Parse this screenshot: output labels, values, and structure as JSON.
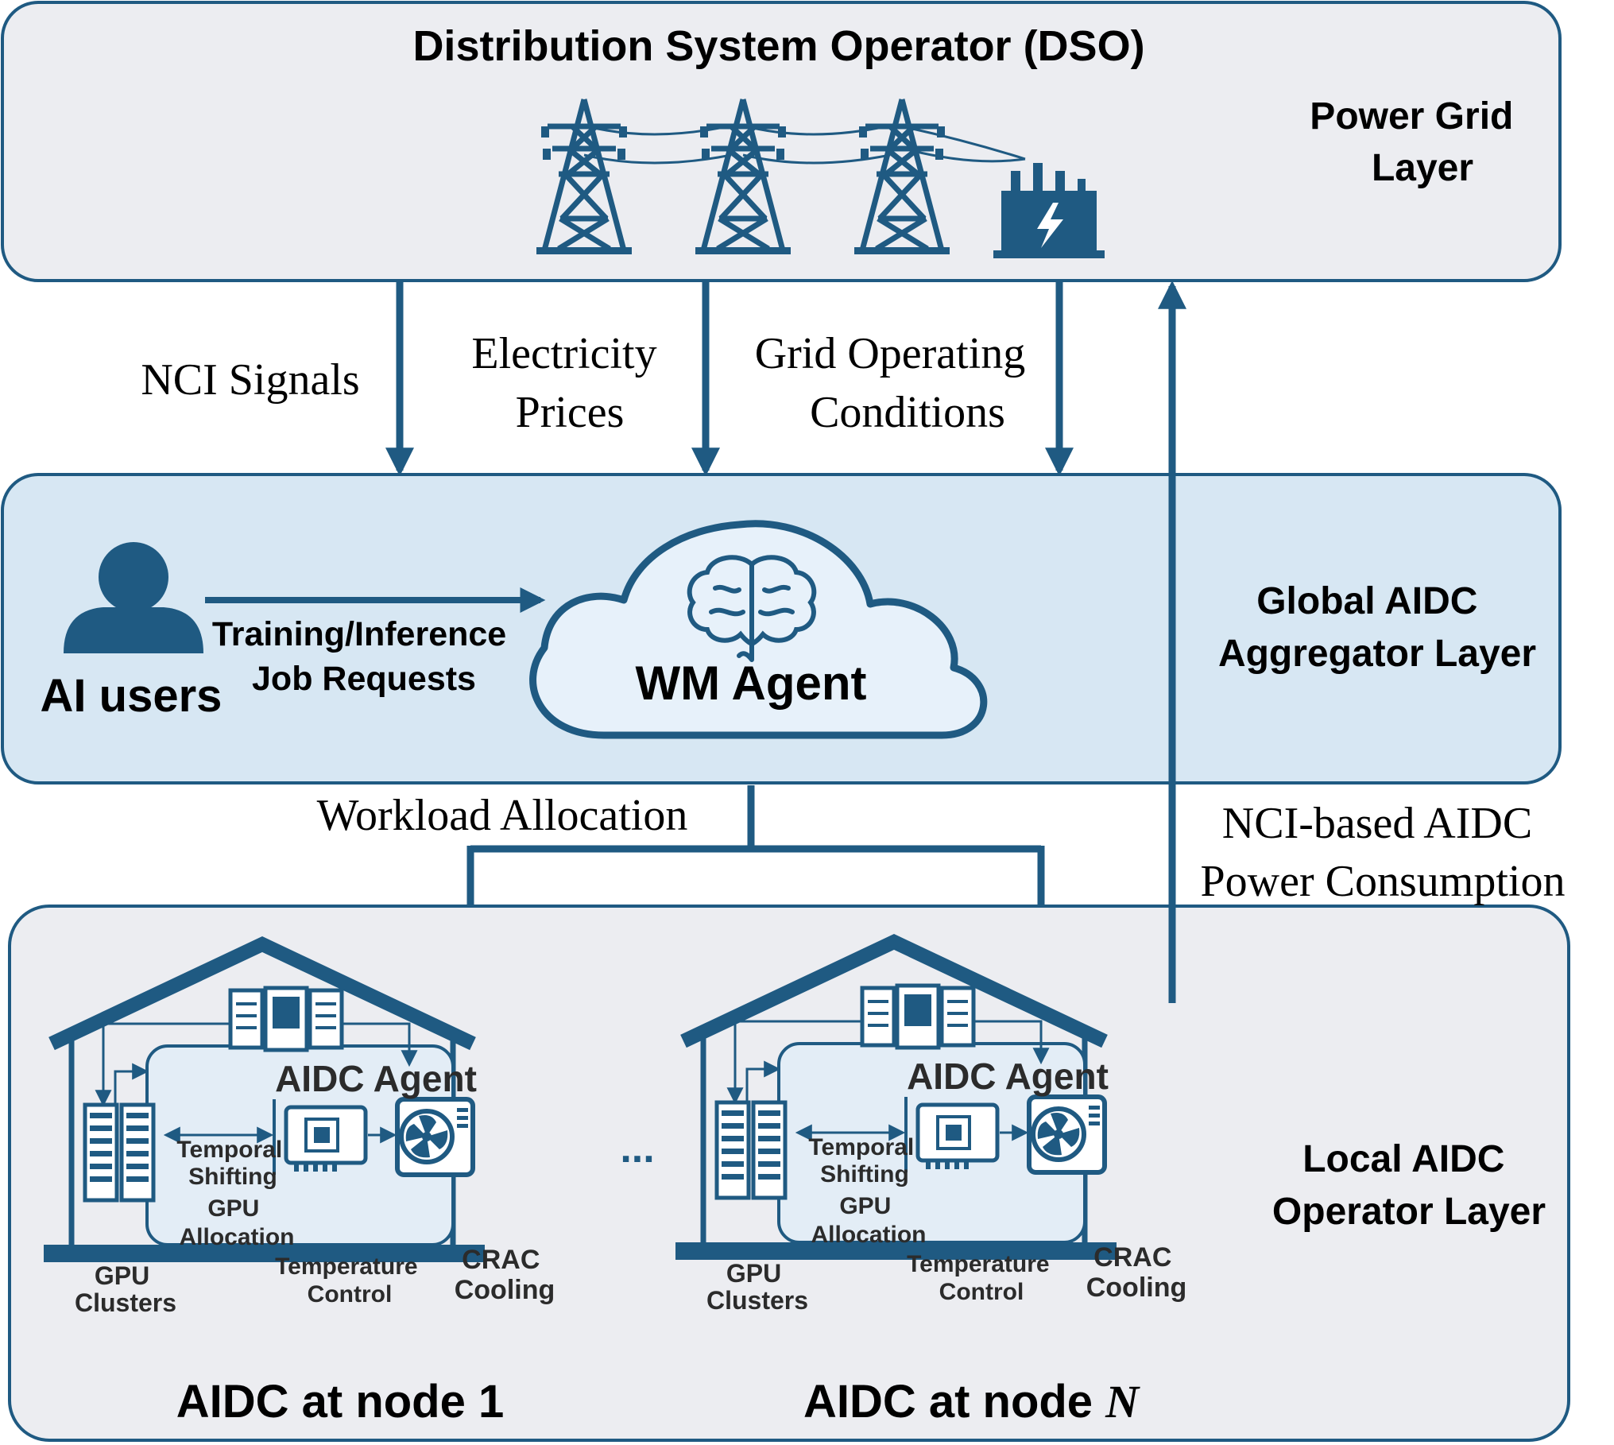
{
  "colors": {
    "primary": "#1f5a82",
    "panel_gray": "#ecedf1",
    "panel_blue": "#d7e7f3",
    "cloud_fill": "#e7f1fa",
    "text": "#000000"
  },
  "layers": {
    "power_grid": {
      "title": "Distribution System Operator (DSO)",
      "label_line1": "Power Grid",
      "label_line2": "Layer"
    },
    "aggregator": {
      "label_line1": "Global AIDC",
      "label_line2": "Aggregator Layer",
      "users_label": "AI users",
      "request_line1": "Training/Inference",
      "request_line2": "Job Requests",
      "agent_label": "WM Agent"
    },
    "local": {
      "label_line1": "Local AIDC",
      "label_line2": "Operator Layer",
      "ellipsis": "...",
      "node1_label": "AIDC at node 1",
      "nodeN_prefix": "AIDC at node ",
      "nodeN_var": "N"
    }
  },
  "signals": {
    "nci": "NCI Signals",
    "price_line1": "Electricity",
    "price_line2": "Prices",
    "grid_line1": "Grid Operating",
    "grid_line2": "Conditions",
    "workload": "Workload Allocation",
    "power_line1": "NCI-based AIDC",
    "power_line2": "Power Consumption"
  },
  "aidc": {
    "agent": "AIDC Agent",
    "temporal_line1": "Temporal",
    "temporal_line2": "Shifting",
    "gpu_alloc_line1": "GPU",
    "gpu_alloc_line2": "Allocation",
    "temp_line1": "Temperature",
    "temp_line2": "Control",
    "crac_line1": "CRAC",
    "crac_line2": "Cooling",
    "gpu_cl_line1": "GPU",
    "gpu_cl_line2": "Clusters"
  }
}
